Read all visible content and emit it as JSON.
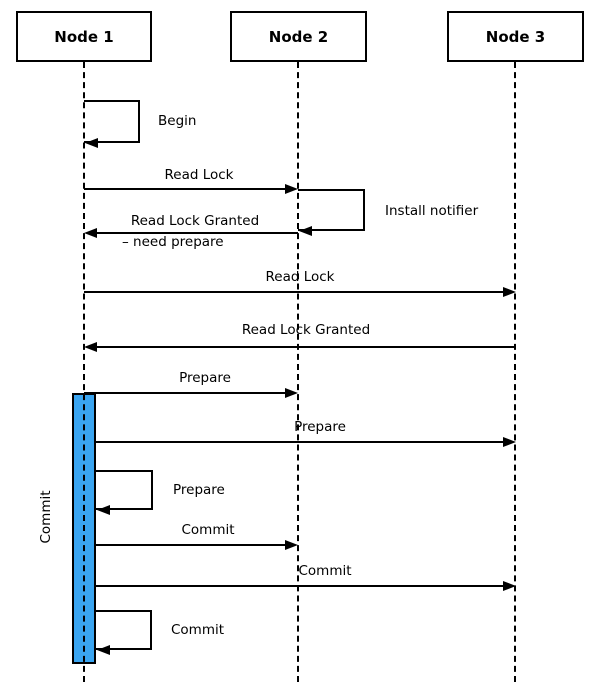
{
  "diagram": {
    "type": "sequence-diagram",
    "nodes": [
      {
        "label": "Node 1"
      },
      {
        "label": "Node 2"
      },
      {
        "label": "Node 3"
      }
    ],
    "messages": [
      {
        "id": "begin",
        "label": "Begin",
        "from": "Node 1",
        "to": "Node 1",
        "kind": "self"
      },
      {
        "id": "read-lock-n2",
        "label": "Read Lock",
        "from": "Node 1",
        "to": "Node 2",
        "kind": "arrow"
      },
      {
        "id": "install-notifier",
        "label": "Install notifier",
        "from": "Node 2",
        "to": "Node 2",
        "kind": "self"
      },
      {
        "id": "read-lock-granted-need-prepare",
        "label": "Read Lock Granted",
        "label_line2": "– need prepare",
        "from": "Node 2",
        "to": "Node 1",
        "kind": "arrow"
      },
      {
        "id": "read-lock-n3",
        "label": "Read Lock",
        "from": "Node 1",
        "to": "Node 3",
        "kind": "arrow"
      },
      {
        "id": "read-lock-granted",
        "label": "Read Lock Granted",
        "from": "Node 3",
        "to": "Node 1",
        "kind": "arrow"
      },
      {
        "id": "prepare-n2",
        "label": "Prepare",
        "from": "Node 1",
        "to": "Node 2",
        "kind": "arrow"
      },
      {
        "id": "prepare-n3",
        "label": "Prepare",
        "from": "Node 1",
        "to": "Node 3",
        "kind": "arrow"
      },
      {
        "id": "prepare-self",
        "label": "Prepare",
        "from": "Node 1",
        "to": "Node 1",
        "kind": "self"
      },
      {
        "id": "commit-n2",
        "label": "Commit",
        "from": "Node 1",
        "to": "Node 2",
        "kind": "arrow"
      },
      {
        "id": "commit-n3",
        "label": "Commit",
        "from": "Node 1",
        "to": "Node 3",
        "kind": "arrow"
      },
      {
        "id": "commit-self",
        "label": "Commit",
        "from": "Node 1",
        "to": "Node 1",
        "kind": "self"
      }
    ],
    "activation": {
      "label": "Commit",
      "node": "Node 1",
      "fill_color": "#3aa5f1"
    },
    "colors": {
      "line": "#000000",
      "background": "#ffffff",
      "activation_fill": "#3aa5f1"
    }
  }
}
